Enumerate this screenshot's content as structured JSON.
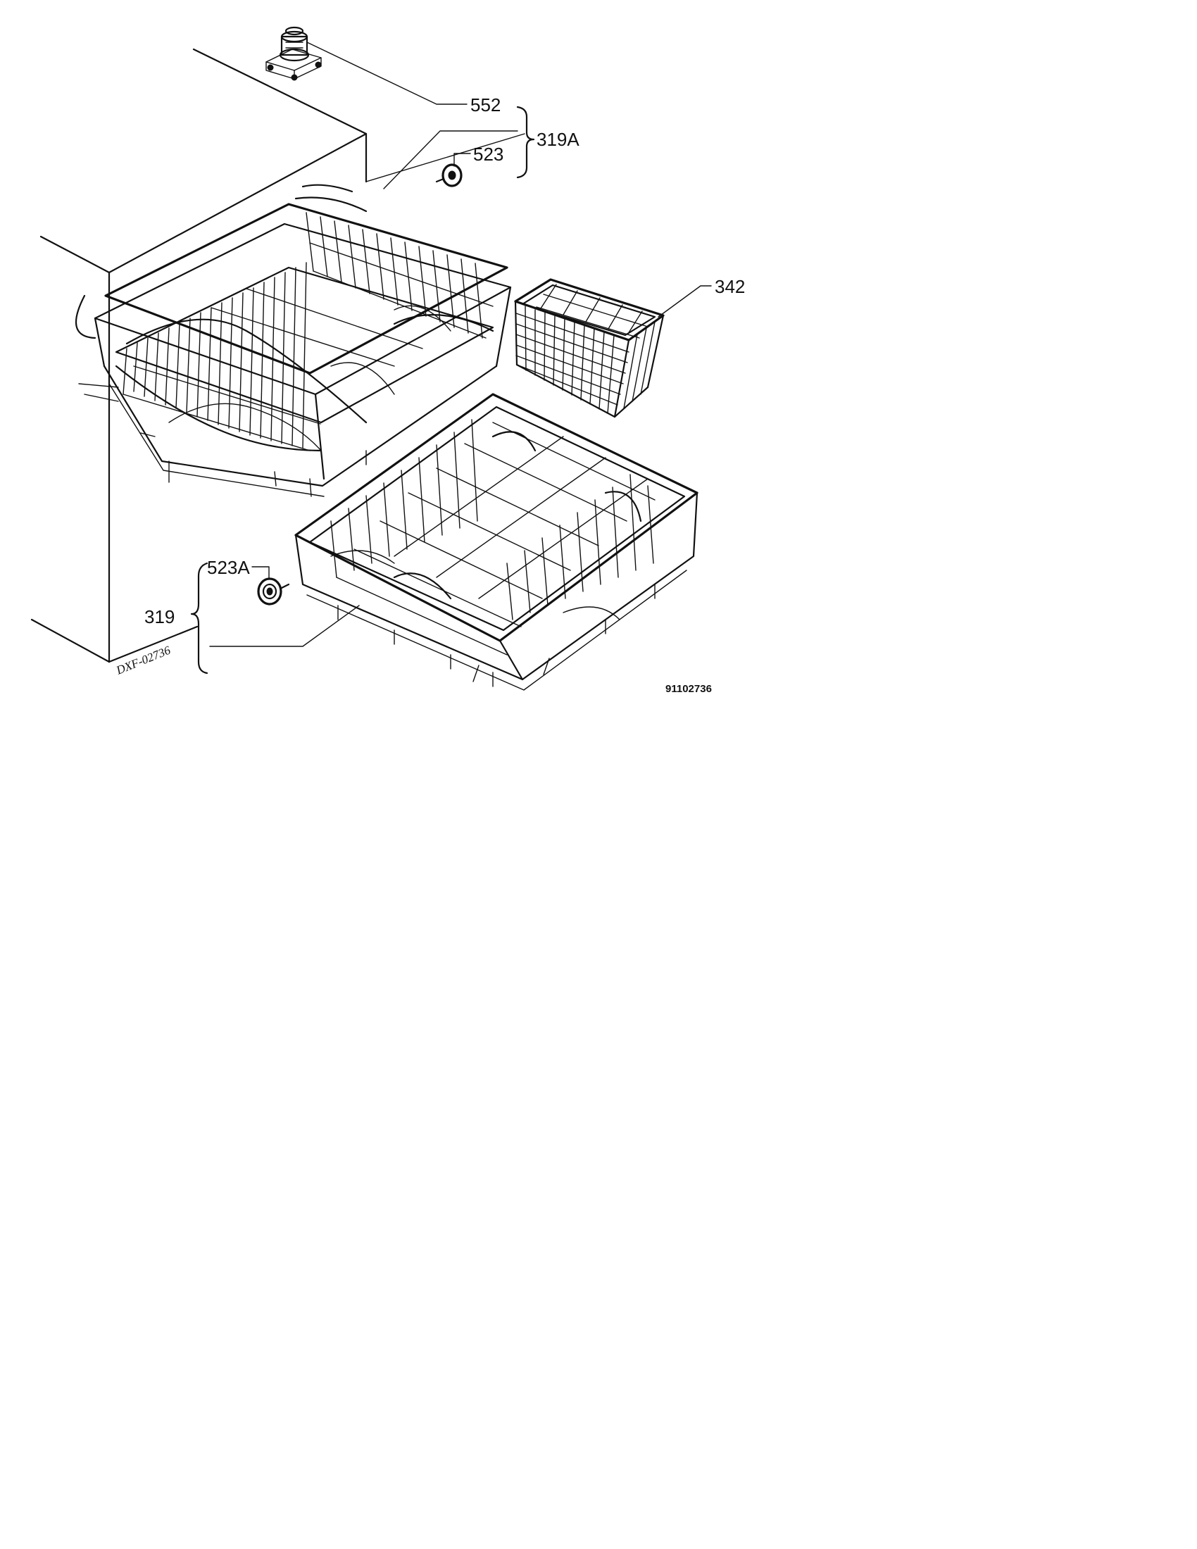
{
  "labels": {
    "part_552": "552",
    "part_319A": "319A",
    "part_523": "523",
    "part_342": "342",
    "part_523A": "523A",
    "part_319": "319",
    "drawing_number": "91102736",
    "margin_note": "DXF-02736"
  },
  "colors": {
    "ink": "#111111",
    "paper": "#ffffff"
  }
}
